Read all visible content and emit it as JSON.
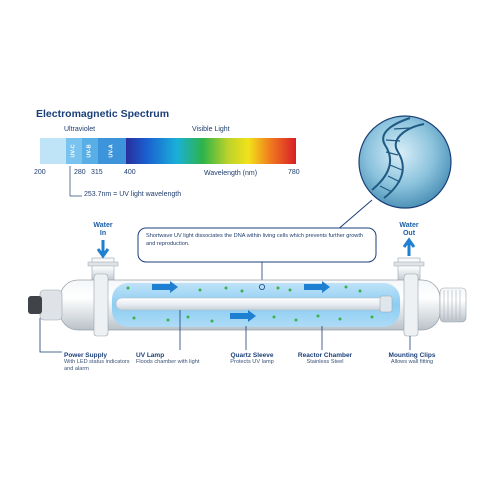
{
  "spectrum": {
    "title": "Electromagnetic Spectrum",
    "uv_label": "Ultraviolet",
    "visible_label": "Visible Light",
    "bands": [
      "UV-C",
      "UV-B",
      "UV-A"
    ],
    "ticks": [
      "200",
      "280",
      "315",
      "400",
      "780"
    ],
    "axis_label": "Wavelength (nm)",
    "uv_note": "253.7nm = UV light wavelength"
  },
  "note": "Shortwave UV light dissociates the DNA within living cells which prevents further growth and reproduction.",
  "water_in": {
    "line1": "Water",
    "line2": "In"
  },
  "water_out": {
    "line1": "Water",
    "line2": "Out"
  },
  "captions": [
    {
      "title": "Power Supply",
      "sub": "With LED status indicators and alarm"
    },
    {
      "title": "UV Lamp",
      "sub": "Floods chamber with light"
    },
    {
      "title": "Quartz Sleeve",
      "sub": "Protects UV lamp"
    },
    {
      "title": "Reactor Chamber",
      "sub": "Stainless Steel"
    },
    {
      "title": "Mounting Clips",
      "sub": "Allows wall fitting"
    }
  ],
  "colors": {
    "navy": "#1a3f78",
    "uv_light": "#7fc4ee",
    "arrow_blue": "#1f7fd0",
    "bubble_green": "#3ab24a"
  }
}
